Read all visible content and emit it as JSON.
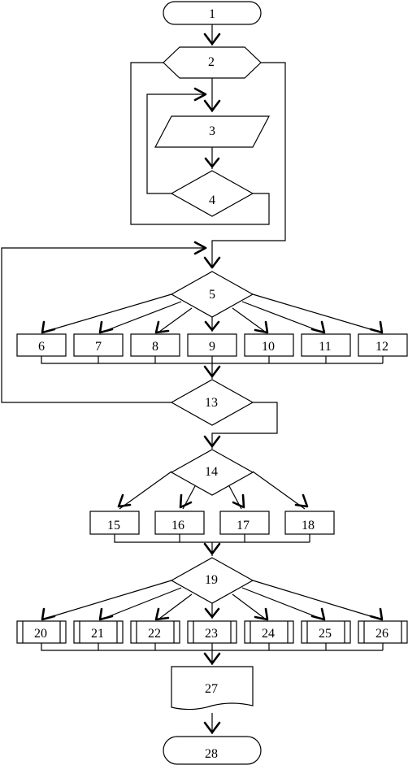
{
  "nodes": {
    "n1": "1",
    "n2": "2",
    "n3": "3",
    "n4": "4",
    "n5": "5",
    "n6": "6",
    "n7": "7",
    "n8": "8",
    "n9": "9",
    "n10": "10",
    "n11": "11",
    "n12": "12",
    "n13": "13",
    "n14": "14",
    "n15": "15",
    "n16": "16",
    "n17": "17",
    "n18": "18",
    "n19": "19",
    "n20": "20",
    "n21": "21",
    "n22": "22",
    "n23": "23",
    "n24": "24",
    "n25": "25",
    "n26": "26",
    "n27": "27",
    "n28": "28"
  }
}
